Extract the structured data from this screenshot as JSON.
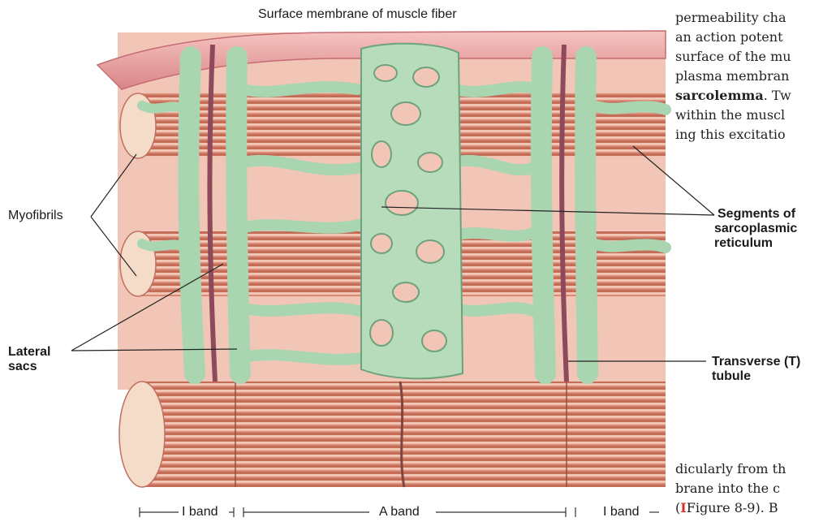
{
  "figure": {
    "title": "Surface membrane of muscle fiber",
    "labels": {
      "myofibrils": "Myofibrils",
      "lateral_sacs_1": "Lateral",
      "lateral_sacs_2": "sacs",
      "sr_1": "Segments of",
      "sr_2": "sarcoplasmic",
      "sr_3": "reticulum",
      "tt_1": "Transverse (T)",
      "tt_2": "tubule"
    },
    "bands": {
      "i_band_left": "I band",
      "a_band": "A band",
      "i_band_right": "I band"
    }
  },
  "body_text": {
    "line1": "permeability cha",
    "line2": "an action potent",
    "line3": "surface of the mu",
    "line4": "plasma membran",
    "line5_bold": "sarcolemma",
    "line5_rest": ". Tw",
    "line6": "within the muscl",
    "line7": "ing this excitatio",
    "line8": "dicularly from th",
    "line9": "brane into the c",
    "line10_pre": "(",
    "line10_mark": "I",
    "line10_rest": "Figure 8-9). B"
  },
  "colors": {
    "sr_green": "#a9d6b0",
    "myofibril_red": "#d98a72",
    "membrane_pink": "#e9a7a5",
    "t_tubule": "#8e4a5a",
    "figure_marker": "#d8312a"
  }
}
